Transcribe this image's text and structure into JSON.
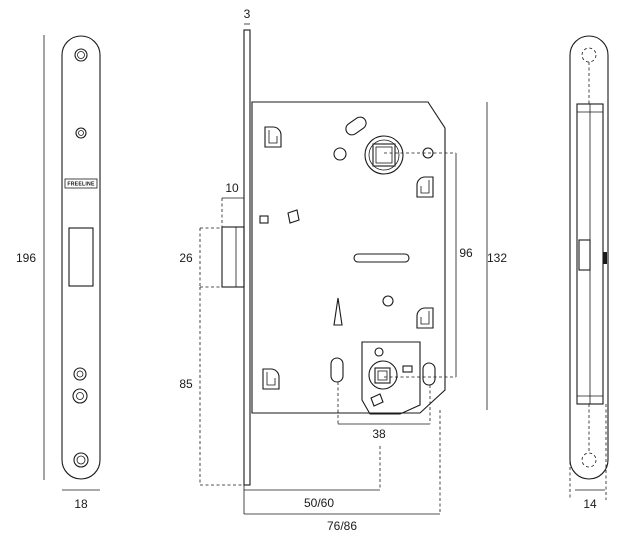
{
  "faceplate": {
    "brand": "FREELINE",
    "height_label": "196",
    "width_label": "18"
  },
  "side_view": {
    "width_label": "14"
  },
  "lock_body": {
    "plate_thickness_label": "3",
    "latch_projection_label": "10",
    "latch_height_label": "26",
    "latch_to_bolt_label": "85",
    "spindle_to_bolt_label": "96",
    "body_height_label": "132",
    "bolt_square_width_label": "38",
    "backset_label": "50/60",
    "depth_label": "76/86"
  }
}
